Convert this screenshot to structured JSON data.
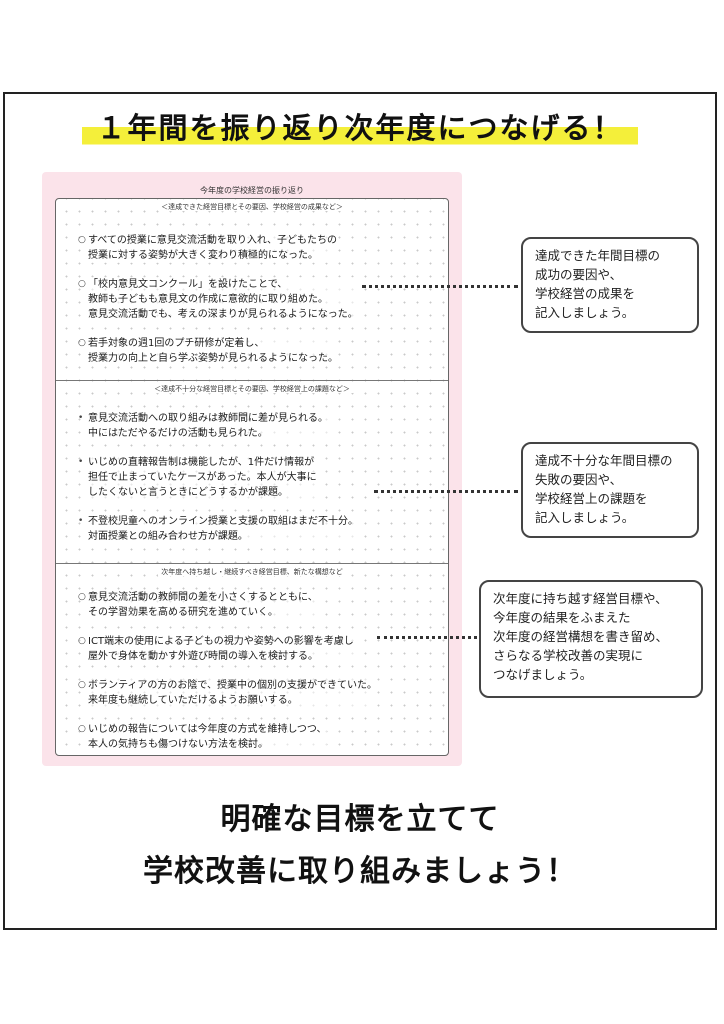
{
  "headline": "１年間を振り返り次年度につなげる！",
  "sheet": {
    "title": "今年度の学校経営の振り返り",
    "sections": [
      {
        "heading": "＜達成できた経営目標とその要因、学校経営の成果など＞",
        "items": [
          {
            "lines": [
              "すべての授業に意見交流活動を取り入れ、子どもたちの",
              "授業に対する姿勢が大きく変わり積極的になった。"
            ]
          },
          {
            "lines": [
              "「校内意見文コンクール」を設けたことで、",
              "教師も子どもも意見文の作成に意欲的に取り組めた。",
              "意見交流活動でも、考えの深まりが見られるようになった。"
            ]
          },
          {
            "lines": [
              "若手対象の週1回のプチ研修が定着し、",
              "授業力の向上と自ら学ぶ姿勢が見られるようになった。"
            ]
          }
        ]
      },
      {
        "heading": "＜達成不十分な経営目標とその要因、学校経営上の課題など＞",
        "items": [
          {
            "lines": [
              "意見交流活動への取り組みは教師間に差が見られる。",
              "中にはただやるだけの活動も見られた。"
            ]
          },
          {
            "lines": [
              "いじめの直轄報告制は機能したが、1件だけ情報が",
              "担任で止まっていたケースがあった。本人が大事に",
              "したくないと言うときにどうするかが課題。"
            ]
          },
          {
            "lines": [
              "不登校児童へのオンライン授業と支援の取組はまだ不十分。",
              "対面授業との組み合わせ方が課題。"
            ]
          }
        ]
      },
      {
        "heading": "次年度へ持ち越し・継続すべき経営目標、新たな構想など",
        "items": [
          {
            "lines": [
              "意見交流活動の教師間の差を小さくするとともに、",
              "その学習効果を高める研究を進めていく。"
            ]
          },
          {
            "lines": [
              "ICT端末の使用による子どもの視力や姿勢への影響を考慮し",
              "屋外で身体を動かす外遊び時間の導入を検討する。"
            ]
          },
          {
            "lines": [
              "ボランティアの方のお陰で、授業中の個別の支援ができていた。",
              "来年度も継続していただけるようお願いする。"
            ]
          },
          {
            "lines": [
              "いじめの報告については今年度の方式を維持しつつ、",
              "本人の気持ちも傷つけない方法を検討。"
            ]
          }
        ]
      }
    ]
  },
  "callouts": [
    {
      "lines": [
        "達成できた年間目標の",
        "成功の要因や、",
        "学校経営の成果を",
        "記入しましょう。"
      ]
    },
    {
      "lines": [
        "達成不十分な年間目標の",
        "失敗の要因や、",
        "学校経営上の課題を",
        "記入しましょう。"
      ]
    },
    {
      "lines": [
        "次年度に持ち越す経営目標や、",
        "今年度の結果をふまえた",
        "次年度の経営構想を書き留め、",
        "さらなる学校改善の実現に",
        "つなげましょう。"
      ]
    }
  ],
  "closing": {
    "line1": "明確な目標を立てて",
    "line2": "学校改善に取り組みましょう！"
  },
  "colors": {
    "highlight": "#f4ef3a",
    "sheet_background": "#fbe3ea",
    "border": "#222222"
  }
}
